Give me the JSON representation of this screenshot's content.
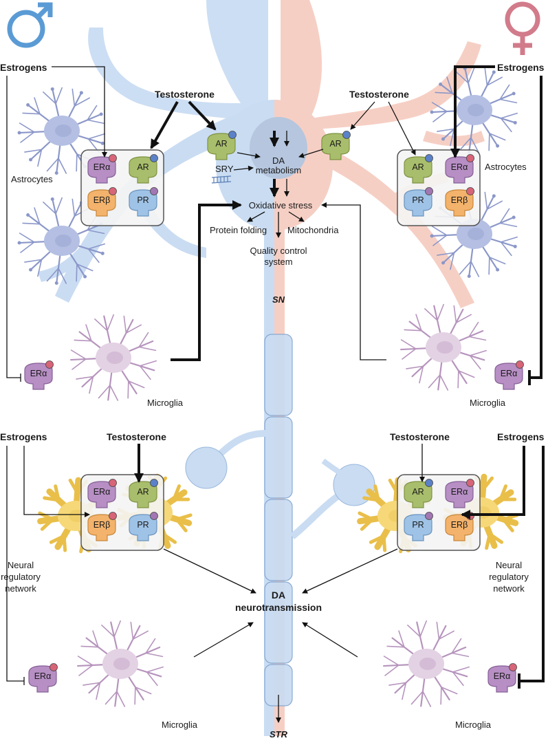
{
  "colors": {
    "male": "#5b9bd5",
    "female": "#d27b8a",
    "male_neuron": "#c9dcf2",
    "female_neuron": "#f6cfc4",
    "astrocyte": "#b4bfe3",
    "microglia": "#e3d2e3",
    "network": "#f6d878",
    "ar": "#a9be6c",
    "er_alpha": "#b78fc4",
    "er_beta": "#f3b36c",
    "pr": "#9fc3e6"
  },
  "icons": {
    "male": "male-symbol-icon",
    "female": "female-symbol-icon"
  },
  "labels": {
    "estrogens": "Estrogens",
    "testosterone": "Testosterone",
    "astrocytes": "Astrocytes",
    "microglia": "Microglia",
    "neural_network": [
      "Neural",
      "regulatory",
      "network"
    ],
    "sn": "SN",
    "str": "STR",
    "sry": "SRY",
    "da_metabolism": [
      "DA",
      "metabolism"
    ],
    "oxidative_stress": "Oxidative stress",
    "protein_folding": "Protein folding",
    "mitochondria": "Mitochondria",
    "quality_control": [
      "Quality control",
      "system"
    ],
    "da_neurotransmission": [
      "DA",
      "neurotransmission"
    ]
  },
  "receptors": {
    "ar": "AR",
    "er_alpha": "ERα",
    "er_beta": "ERβ",
    "pr": "PR"
  }
}
